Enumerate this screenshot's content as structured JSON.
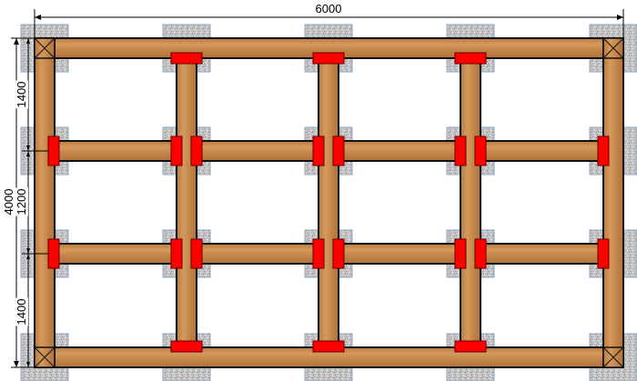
{
  "diagram": {
    "title": "Timber floor frame plan",
    "dimensions": {
      "total_width": "6000",
      "total_height": "4000",
      "segments_vertical": [
        "1400",
        "1200",
        "1400"
      ]
    },
    "colors": {
      "wood": "#c8884a",
      "wood_dark": "#a96a35",
      "bracket": "#ff0000",
      "concrete": "#b8b8b8",
      "outline": "#111111"
    }
  }
}
